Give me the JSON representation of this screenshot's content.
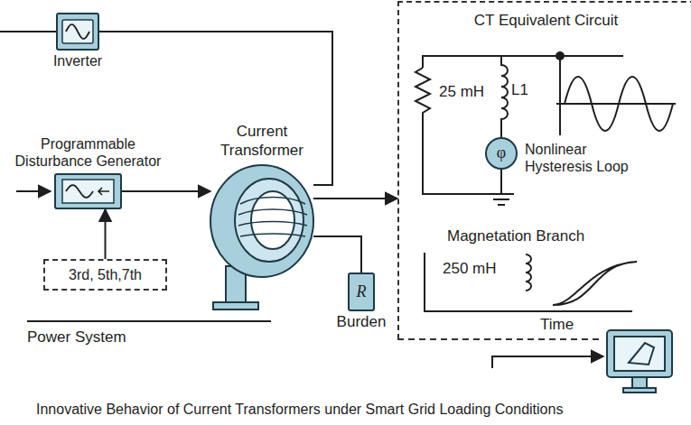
{
  "diagram": {
    "caption": "Innovative Behavior of Current Transformers under Smart Grid Loading Conditions",
    "nodes": [
      {
        "text": [
          "Inverter"
        ]
      },
      {
        "text": [
          "Current Transformer"
        ]
      },
      {
        "text": [
          "CT Equivalent Circuit"
        ]
      },
      {
        "text": [
          "φ",
          "Nonlinear Hysteresis Loop"
        ],
        "in": 2
      },
      {
        "text": [
          "Programmable Disturbance Generator"
        ]
      },
      {
        "text": [
          "3rd, 5th,7th"
        ]
      },
      {
        "text": [
          "R",
          "Burden"
        ]
      }
    ],
    "edges": [
      {
        "from": 0,
        "to": 1,
        "arrow": "none"
      },
      {
        "from": 4,
        "to": 1,
        "arrow": "to"
      },
      {
        "from": 5,
        "to": 4,
        "arrow": "to"
      },
      {
        "from": 1,
        "to": 2,
        "arrow": "to"
      },
      {
        "from": 1,
        "to": 6,
        "arrow": "none"
      }
    ],
    "labels": [
      "25 mH",
      "L1",
      "Magnetation Branch",
      "250 mH",
      "Time",
      "Power System"
    ]
  }
}
